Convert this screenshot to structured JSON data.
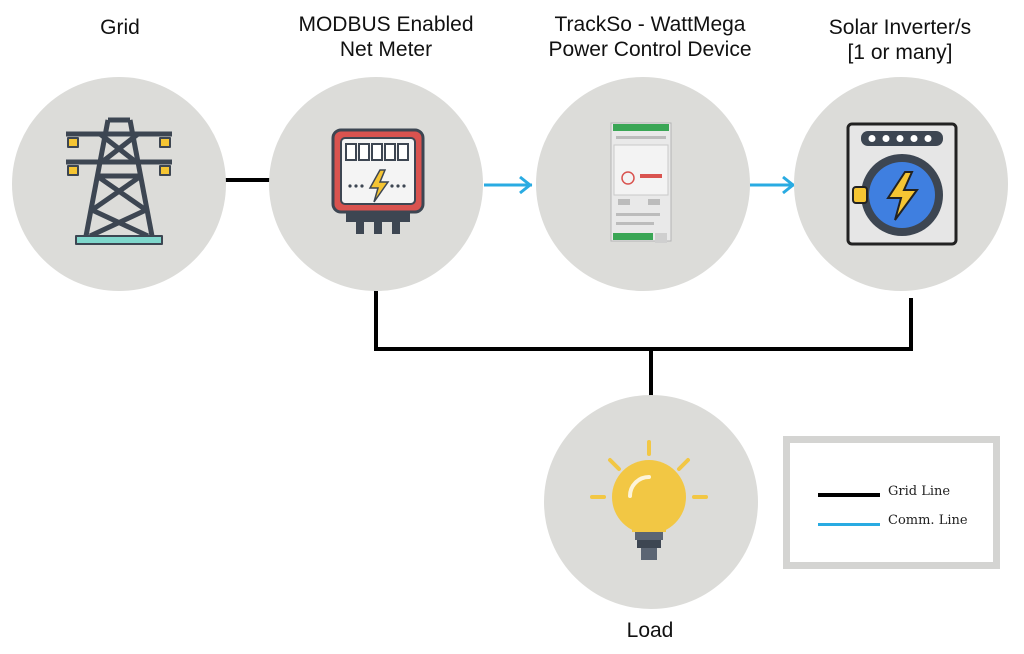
{
  "nodes": {
    "grid": {
      "title": "Grid"
    },
    "net_meter": {
      "title_line1": "MODBUS Enabled",
      "title_line2": "Net Meter"
    },
    "control_device": {
      "title_line1": "TrackSo - WattMega",
      "title_line2": "Power Control Device"
    },
    "inverter": {
      "title_line1": "Solar Inverter/s",
      "title_line2": "[1 or many]"
    },
    "load": {
      "title": "Load"
    }
  },
  "legend": {
    "items": [
      {
        "label": "Grid Line",
        "color": "#000000"
      },
      {
        "label": "Comm. Line",
        "color": "#29abe2"
      }
    ]
  },
  "colors": {
    "circle_bg": "#dcdcd9",
    "grid_line": "#000000",
    "comm_line": "#29abe2",
    "icon_dark": "#3d4652",
    "meter_red": "#d9534f",
    "inverter_blue": "#3f7fe0",
    "bolt_yellow": "#f5c533",
    "bulb_yellow": "#f2c744"
  },
  "icons": [
    "transmission-tower-icon",
    "electric-meter-icon",
    "din-rail-device-icon",
    "inverter-icon",
    "light-bulb-icon"
  ]
}
